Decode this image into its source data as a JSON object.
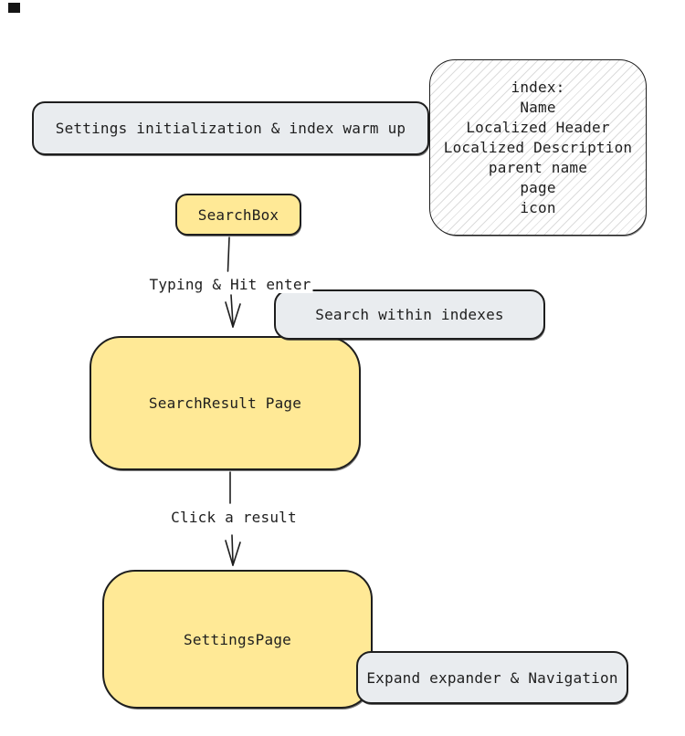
{
  "canvas": {
    "background": "#ffffff"
  },
  "colors": {
    "stroke": "#1e1e1e",
    "yellow_fill": "#ffe996",
    "gray_fill": "#e9ecef",
    "hatch_line": "#dcdcdc",
    "corner_mark": "#151515"
  },
  "nodes": {
    "settings_init": {
      "label": "Settings initialization & index warm up"
    },
    "index_note": {
      "lines": [
        "index:",
        "Name",
        "Localized Header",
        "Localized Description",
        "parent name",
        "page",
        "icon"
      ]
    },
    "search_box": {
      "label": "SearchBox"
    },
    "search_within": {
      "label": "Search within indexes"
    },
    "search_result": {
      "label": "SearchResult Page"
    },
    "settings_page": {
      "label": "SettingsPage"
    },
    "expand_nav": {
      "label": "Expand expander & Navigation"
    }
  },
  "edges": {
    "typing": {
      "label": "Typing & Hit enter"
    },
    "click": {
      "label": "Click a result"
    }
  }
}
